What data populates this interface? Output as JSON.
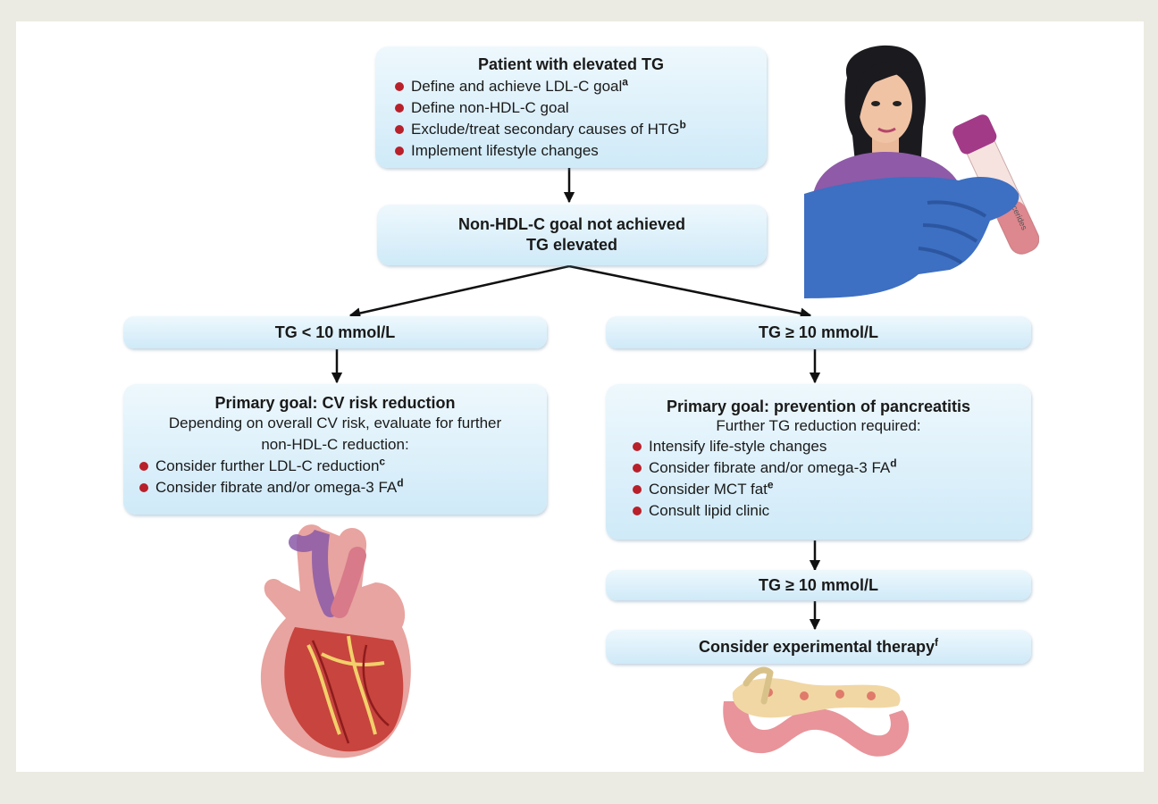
{
  "top_box": {
    "title": "Patient with elevated TG",
    "items": [
      {
        "text": "Define and achieve LDL-C goal",
        "sup": "a"
      },
      {
        "text": "Define non-HDL-C goal",
        "sup": ""
      },
      {
        "text": "Exclude/treat secondary causes of HTG",
        "sup": "b"
      },
      {
        "text": "Implement lifestyle changes",
        "sup": ""
      }
    ]
  },
  "second_box": {
    "line1": "Non-HDL-C goal not achieved",
    "line2": "TG elevated"
  },
  "left_branch": {
    "label": "TG < 10 mmol/L",
    "title": "Primary goal: CV risk reduction",
    "desc_line1": "Depending on overall CV risk, evaluate for further",
    "desc_line2": "non-HDL-C reduction:",
    "items": [
      {
        "text": "Consider further LDL-C reduction",
        "sup": "c"
      },
      {
        "text": "Consider fibrate and/or omega-3 FA",
        "sup": "d"
      }
    ]
  },
  "right_branch": {
    "label": "TG ≥ 10 mmol/L",
    "title": "Primary goal: prevention of pancreatitis",
    "desc_line1": "Further TG reduction required:",
    "items": [
      {
        "text": "Intensify life-style changes",
        "sup": ""
      },
      {
        "text": "Consider fibrate and/or omega-3 FA",
        "sup": "d"
      },
      {
        "text": "Consider MCT fat",
        "sup": "e"
      },
      {
        "text": "Consult lipid clinic",
        "sup": ""
      }
    ],
    "followup_label": "TG ≥ 10 mmol/L",
    "final": {
      "text": "Consider experimental therapy",
      "sup": "f"
    }
  },
  "tube_label": "Triglycerides",
  "colors": {
    "box_top": "#eef8fd",
    "box_bottom": "#cfeaf8",
    "bullet": "#b8202a",
    "background": "#ecebe3"
  }
}
